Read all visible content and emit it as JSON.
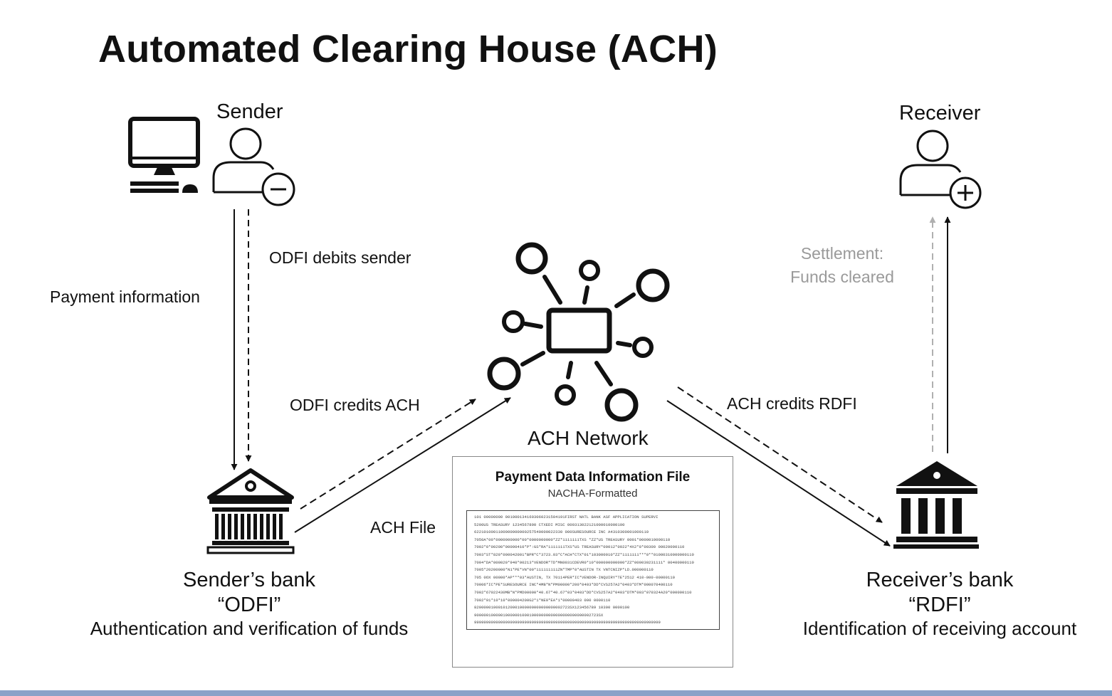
{
  "title": "Automated Clearing House (ACH)",
  "sender": {
    "label": "Sender"
  },
  "receiver": {
    "label": "Receiver"
  },
  "flows": {
    "payment_information": "Payment information",
    "odfi_debits_sender": "ODFI debits sender",
    "odfi_credits_ach": "ODFI credits ACH",
    "ach_credits_rdfi": "ACH credits RDFI",
    "settlement_line1": "Settlement:",
    "settlement_line2": "Funds cleared",
    "ach_file": "ACH File"
  },
  "network": {
    "label": "ACH Network"
  },
  "senders_bank": {
    "name": "Sender’s bank",
    "code": "“ODFI”",
    "role": "Authentication and verification of funds"
  },
  "receivers_bank": {
    "name": "Receiver’s bank",
    "code": "“RDFI”",
    "role": "Identification of receiving account"
  },
  "payment_file": {
    "title": "Payment Data Information File",
    "subtitle": "NACHA-Formatted",
    "lines": [
      "101 00000000 0010001341603060231504191FIRST NATL BANK    ASF APPLICATION SUPERVI",
      "5200US TREASURY           1234567890 CTXEDI MISC    000313022121000010000100",
      "6221010001100000000000257540000022330         000SURESOURCE INC  A4310300001000110",
      "7050A*00*0000000000*00*0000000000*ZZ*1111111TXS     *ZZ*US TREASURY  0001*0000010000110",
      "7002*0*00200*00000410*P*:GS*RA*1111111TXS*US  TREASURY*00012*0022*4X2*0*00300  00020000110",
      "7003*ST*820*000042001*BPR*C*3723.03*C*ACH*CTX*01*103000010*ZZ*1111111***0**01000310000000110",
      "7004*DA*000020*940*00213*VENDOR*TD*MN0031CDEVR0*10*000000000000*ZZ*000030231111*  00400000110",
      "7005*20200000*N1*PE*VN*00*111111111ZN*TMP*0*AUSTIN  TX      VNTCNIZP*LD.000000110",
      "705 0OX 00000*AP***03*AUSTIN, TX  70114PER*IC*VENDOR-INQUIRY*TE*2512  410-000-00000110",
      "70006*IC*PE*SURESOURCE    INC*4MB*N*PM00000*200*0403*DD*CVS257A2*0403*DTM*000070400110",
      "7002*67022430MB*N*PMD00000*40.67*40.67*03*0403*DD*CVS257A2*0403*DTM*003*070324A20*000000110",
      "7002*91*10*10*000004200G2*1*NE0*EA*1*00000403               000 0000110",
      "8200000100010120001000000000000000002723SX123456789             10300 0000100",
      "9000001000001000000100010000000000000000000000002723SX",
      "999999999999999999999999999999999999999999999999999999999999999999999999999999"
    ]
  }
}
